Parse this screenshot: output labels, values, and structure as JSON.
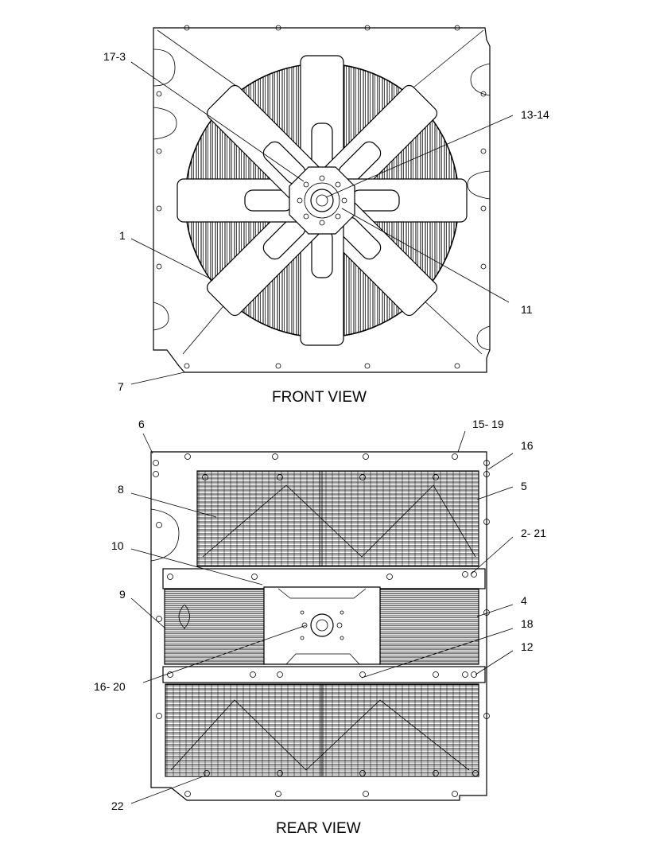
{
  "views": {
    "front_title": "FRONT VIEW",
    "rear_title": "REAR VIEW"
  },
  "callouts": {
    "c17_3": "17-3",
    "c13_14": "13-14",
    "c1": "1",
    "c11": "11",
    "c7": "7",
    "c6": "6",
    "c15_19": "15- 19",
    "c16a": "16",
    "c8": "8",
    "c5": "5",
    "c10": "10",
    "c2_21": "2- 21",
    "c9": "9",
    "c4": "4",
    "c18": "18",
    "c12": "12",
    "c16_20": "16- 20",
    "c22": "22"
  }
}
